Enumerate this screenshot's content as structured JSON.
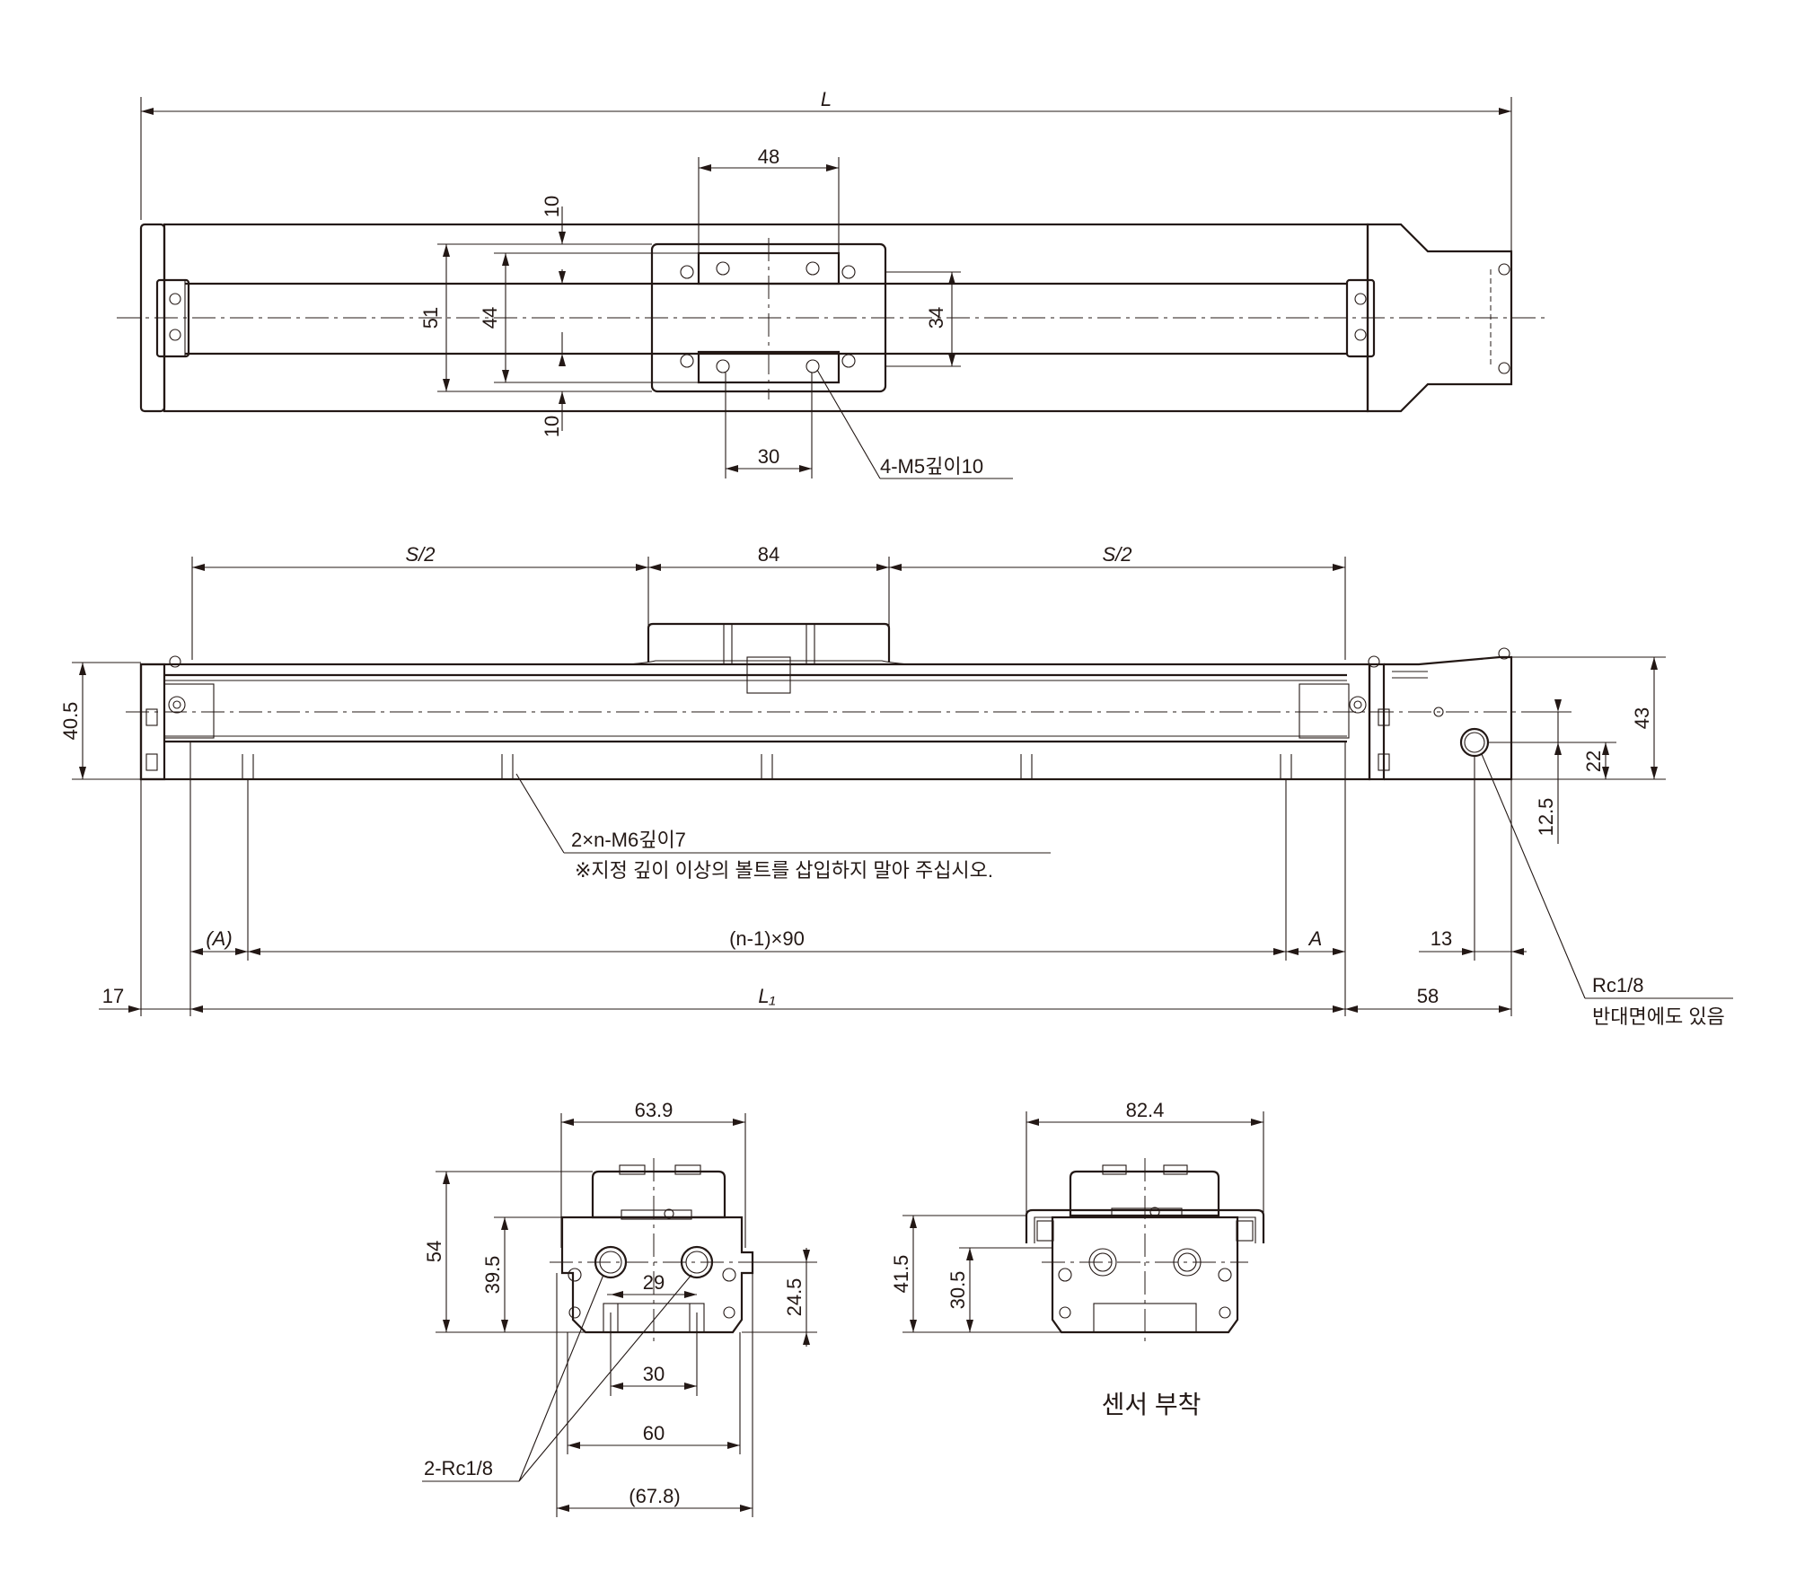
{
  "dimensions": {
    "L": "L",
    "top_48": "48",
    "top_10_upper": "10",
    "top_10_lower": "10",
    "top_51": "51",
    "top_44": "44",
    "top_34": "34",
    "top_30": "30",
    "s_half_left": "S/2",
    "d84": "84",
    "s_half_right": "S/2",
    "d40_5": "40.5",
    "d43": "43",
    "d22": "22",
    "d12_5": "12.5",
    "a_paren": "(A)",
    "n_pitch": "(n-1)×90",
    "a_right": "A",
    "d13": "13",
    "d17": "17",
    "L1": "L₁",
    "d58": "58",
    "d63_9": "63.9",
    "d54": "54",
    "d39_5": "39.5",
    "d29": "29",
    "d24_5": "24.5",
    "d30_end": "30",
    "d60": "60",
    "d67_8": "(67.8)",
    "d82_4": "82.4",
    "d41_5": "41.5",
    "d30_5": "30.5"
  },
  "callouts": {
    "m5": "4-M5깊이10",
    "m6": "2×n-M6깊이7",
    "m6_note": "※지정 깊이 이상의 볼트를 삽입하지 말아 주십시오.",
    "rc_side": "Rc1/8",
    "rc_side_note": "반대면에도 있음",
    "rc_end": "2-Rc1/8"
  },
  "captions": {
    "sensor": "센서 부착"
  }
}
